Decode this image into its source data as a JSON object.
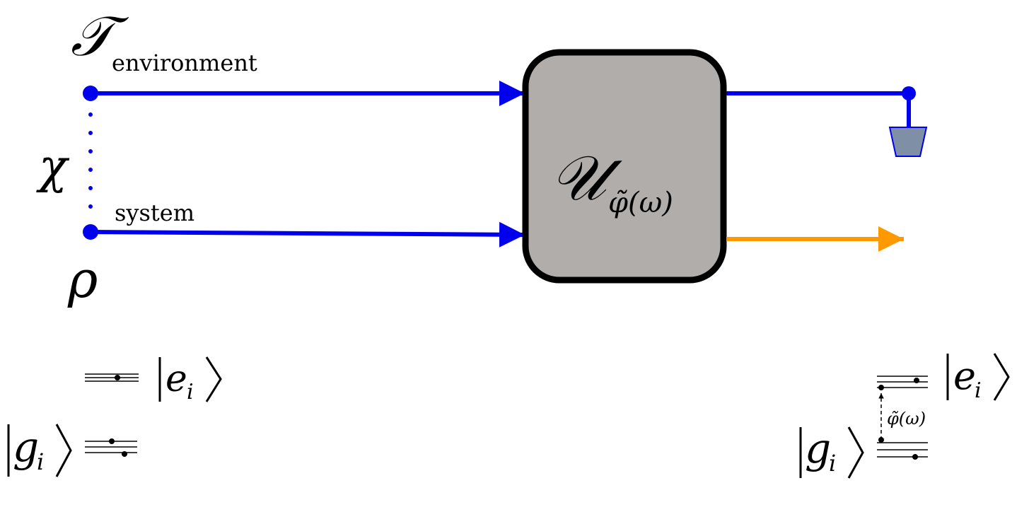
{
  "inputs": {
    "environment": {
      "symbol": "𝒯",
      "label": "environment"
    },
    "correlation": {
      "symbol": "χ"
    },
    "system": {
      "symbol": "ρ",
      "label": "system"
    }
  },
  "gate": {
    "symbol": "𝒰",
    "subscript": "φ̃(ω)"
  },
  "levels_left": {
    "excited": "e",
    "excited_index": "i",
    "ground": "g",
    "ground_index": "i"
  },
  "levels_right": {
    "excited": "e",
    "excited_index": "i",
    "ground": "g",
    "ground_index": "i",
    "transition": "φ̃(ω)"
  },
  "colors": {
    "wire_blue": "#0000ee",
    "output_orange": "#ff9900",
    "gate_fill": "#b0adab",
    "gate_stroke": "#000000",
    "detector_fill": "#7f8fa6"
  }
}
